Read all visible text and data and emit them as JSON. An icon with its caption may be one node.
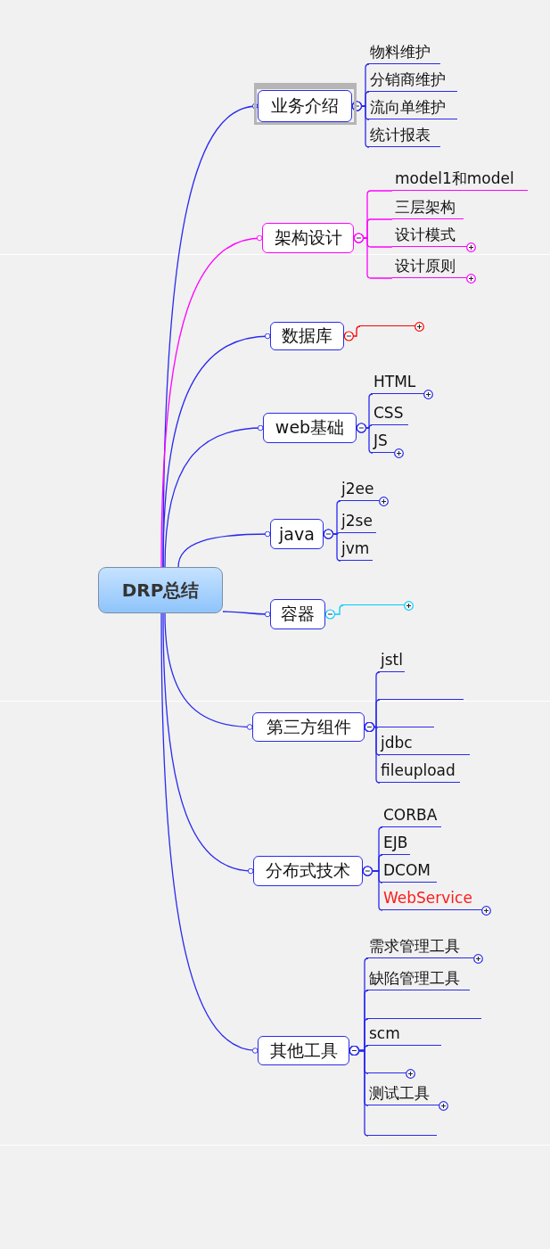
{
  "diagram": {
    "nodes": [
      {
        "text": [
          "DRP总结"
        ]
      },
      {
        "text": [
          "业务介绍"
        ]
      },
      {
        "text": [
          "物料维护"
        ]
      },
      {
        "text": [
          "分销商维护"
        ]
      },
      {
        "text": [
          "流向单维护"
        ]
      },
      {
        "text": [
          "统计报表"
        ]
      },
      {
        "text": [
          "架构设计"
        ]
      },
      {
        "text": [
          "model1和model"
        ]
      },
      {
        "text": [
          "三层架构"
        ]
      },
      {
        "text": [
          "设计模式"
        ]
      },
      {
        "text": [
          "设计原则"
        ]
      },
      {
        "text": [
          "数据库"
        ]
      },
      {
        "text": [],
        "shape": "bar"
      },
      {
        "text": [
          "web基础"
        ]
      },
      {
        "text": [
          "HTML"
        ]
      },
      {
        "text": [
          "CSS"
        ]
      },
      {
        "text": [
          "JS"
        ]
      },
      {
        "text": [
          "java"
        ]
      },
      {
        "text": [
          "j2ee"
        ]
      },
      {
        "text": [
          "j2se"
        ]
      },
      {
        "text": [
          "jvm"
        ]
      },
      {
        "text": [
          "容器"
        ]
      },
      {
        "text": [],
        "shape": "bar"
      },
      {
        "text": [
          "第三方组件"
        ]
      },
      {
        "text": [
          "jstl"
        ]
      },
      {
        "text": [],
        "shape": "bar"
      },
      {
        "text": [],
        "shape": "bar"
      },
      {
        "text": [
          "jdbc"
        ]
      },
      {
        "text": [
          "fileupload"
        ]
      },
      {
        "text": [
          "分布式技术"
        ]
      },
      {
        "text": [
          "CORBA"
        ]
      },
      {
        "text": [
          "EJB"
        ]
      },
      {
        "text": [
          "DCOM"
        ]
      },
      {
        "text": [
          "WebService"
        ]
      },
      {
        "text": [
          "其他工具"
        ]
      },
      {
        "text": [
          "需求管理工具"
        ]
      },
      {
        "text": [
          "缺陷管理工具"
        ]
      },
      {
        "text": [],
        "shape": "bar"
      },
      {
        "text": [
          "scm"
        ]
      },
      {
        "text": [],
        "shape": "bar"
      },
      {
        "text": [
          "测试工具"
        ]
      },
      {
        "text": [],
        "shape": "bar"
      }
    ],
    "edges": [
      {
        "from": 0,
        "to": 1,
        "arrow": "other"
      },
      {
        "from": 1,
        "to": 2,
        "arrow": "other"
      },
      {
        "from": 1,
        "to": 3,
        "arrow": "other"
      },
      {
        "from": 1,
        "to": 4,
        "arrow": "other"
      },
      {
        "from": 1,
        "to": 5,
        "arrow": "other"
      },
      {
        "from": 0,
        "to": 6,
        "arrow": "other",
        "color": "#ff00ff"
      },
      {
        "from": 6,
        "to": 7,
        "arrow": "other",
        "color": "#ff00ff"
      },
      {
        "from": 6,
        "to": 8,
        "arrow": "other",
        "color": "#ff00ff"
      },
      {
        "from": 6,
        "to": 9,
        "arrow": "other",
        "color": "#ff00ff"
      },
      {
        "from": 6,
        "to": 10,
        "arrow": "other",
        "color": "#ff00ff"
      },
      {
        "from": 0,
        "to": 11,
        "arrow": "other"
      },
      {
        "from": 11,
        "to": 12,
        "arrow": "other",
        "color": "#ff0000"
      },
      {
        "from": 0,
        "to": 13,
        "arrow": "other"
      },
      {
        "from": 13,
        "to": 14,
        "arrow": "other"
      },
      {
        "from": 13,
        "to": 15,
        "arrow": "other"
      },
      {
        "from": 13,
        "to": 16,
        "arrow": "other"
      },
      {
        "from": 0,
        "to": 17,
        "arrow": "other"
      },
      {
        "from": 17,
        "to": 18,
        "arrow": "other"
      },
      {
        "from": 17,
        "to": 19,
        "arrow": "other"
      },
      {
        "from": 17,
        "to": 20,
        "arrow": "other"
      },
      {
        "from": 0,
        "to": 21,
        "arrow": "other"
      },
      {
        "from": 21,
        "to": 22,
        "arrow": "other",
        "color": "#00ccff"
      },
      {
        "from": 0,
        "to": 23,
        "arrow": "other"
      },
      {
        "from": 23,
        "to": 24,
        "arrow": "other"
      },
      {
        "from": 23,
        "to": 25,
        "arrow": "other"
      },
      {
        "from": 23,
        "to": 26,
        "arrow": "other"
      },
      {
        "from": 23,
        "to": 27,
        "arrow": "other"
      },
      {
        "from": 23,
        "to": 28,
        "arrow": "other"
      },
      {
        "from": 0,
        "to": 29,
        "arrow": "other"
      },
      {
        "from": 29,
        "to": 30,
        "arrow": "other"
      },
      {
        "from": 29,
        "to": 31,
        "arrow": "other"
      },
      {
        "from": 29,
        "to": 32,
        "arrow": "other"
      },
      {
        "from": 29,
        "to": 33,
        "arrow": "other"
      },
      {
        "from": 0,
        "to": 34,
        "arrow": "other"
      },
      {
        "from": 34,
        "to": 35,
        "arrow": "other"
      },
      {
        "from": 34,
        "to": 36,
        "arrow": "other"
      },
      {
        "from": 34,
        "to": 37,
        "arrow": "other"
      },
      {
        "from": 34,
        "to": 38,
        "arrow": "other"
      },
      {
        "from": 34,
        "to": 39,
        "arrow": "other"
      },
      {
        "from": 34,
        "to": 40,
        "arrow": "other"
      },
      {
        "from": 34,
        "to": 41,
        "arrow": "other"
      }
    ]
  }
}
